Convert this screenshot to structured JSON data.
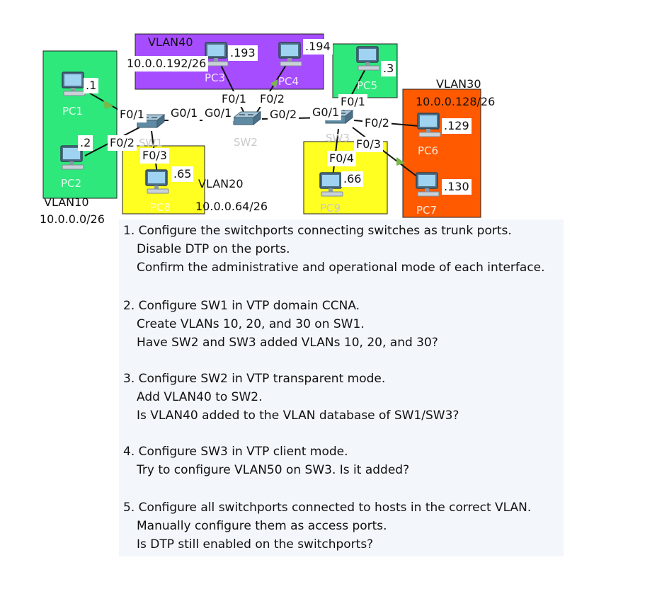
{
  "colors": {
    "vlan10": "#2ee87c",
    "vlan20": "#ffff22",
    "vlan30": "#ff5a00",
    "vlan40": "#a64dff",
    "link": "#111111",
    "port_up": "#7ab84a"
  },
  "zones": {
    "vlan10": {
      "name": "VLAN10",
      "subnet": "10.0.0.0/26"
    },
    "vlan20": {
      "name": "VLAN20",
      "subnet": "10.0.0.64/26"
    },
    "vlan30": {
      "name": "VLAN30",
      "subnet": "10.0.0.128/26"
    },
    "vlan40": {
      "name": "VLAN40",
      "subnet": "10.0.0.192/26"
    }
  },
  "hosts": [
    {
      "name": "PC1",
      "ip": ".1"
    },
    {
      "name": "PC2",
      "ip": ".2"
    },
    {
      "name": "PC3",
      "ip": ".193"
    },
    {
      "name": "PC4",
      "ip": ".194"
    },
    {
      "name": "PC5",
      "ip": ".3"
    },
    {
      "name": "PC6",
      "ip": ".129"
    },
    {
      "name": "PC7",
      "ip": ".130"
    },
    {
      "name": "PC8",
      "ip": ".65"
    },
    {
      "name": "PC9",
      "ip": ".66"
    }
  ],
  "switches": [
    {
      "name": "SW1",
      "icon": "switch-icon"
    },
    {
      "name": "SW2",
      "icon": "switch-icon"
    },
    {
      "name": "SW3",
      "icon": "switch-icon"
    }
  ],
  "ports": {
    "sw1_f01": "F0/1",
    "sw1_f02": "F0/2",
    "sw1_f03": "F0/3",
    "sw1_g01": "G0/1",
    "sw2_g01": "G0/1",
    "sw2_f01": "F0/1",
    "sw2_f02": "F0/2",
    "sw2_g02": "G0/2",
    "sw3_g01": "G0/1",
    "sw3_f01": "F0/1",
    "sw3_f02": "F0/2",
    "sw3_f03": "F0/3",
    "sw3_f04": "F0/4"
  },
  "tasks": [
    {
      "lines": [
        "1. Configure the switchports connecting switches as trunk ports.",
        "Disable DTP on the ports.",
        "Confirm the administrative and operational mode of each interface."
      ]
    },
    {
      "lines": [
        "2. Configure SW1 in VTP domain CCNA.",
        "Create VLANs 10, 20, and 30 on SW1.",
        "Have SW2 and SW3 added VLANs 10, 20, and 30?"
      ]
    },
    {
      "lines": [
        "3. Configure SW2 in VTP transparent mode.",
        "Add VLAN40 to SW2.",
        "Is VLAN40 added to the VLAN database of SW1/SW3?"
      ]
    },
    {
      "lines": [
        "4. Configure SW3 in VTP client mode.",
        "Try to configure VLAN50 on SW3.  Is it added?"
      ]
    },
    {
      "lines": [
        "5. Configure all switchports connected to hosts in the correct VLAN.",
        "Manually configure them as access ports.",
        "Is DTP still enabled on the switchports?"
      ]
    }
  ]
}
